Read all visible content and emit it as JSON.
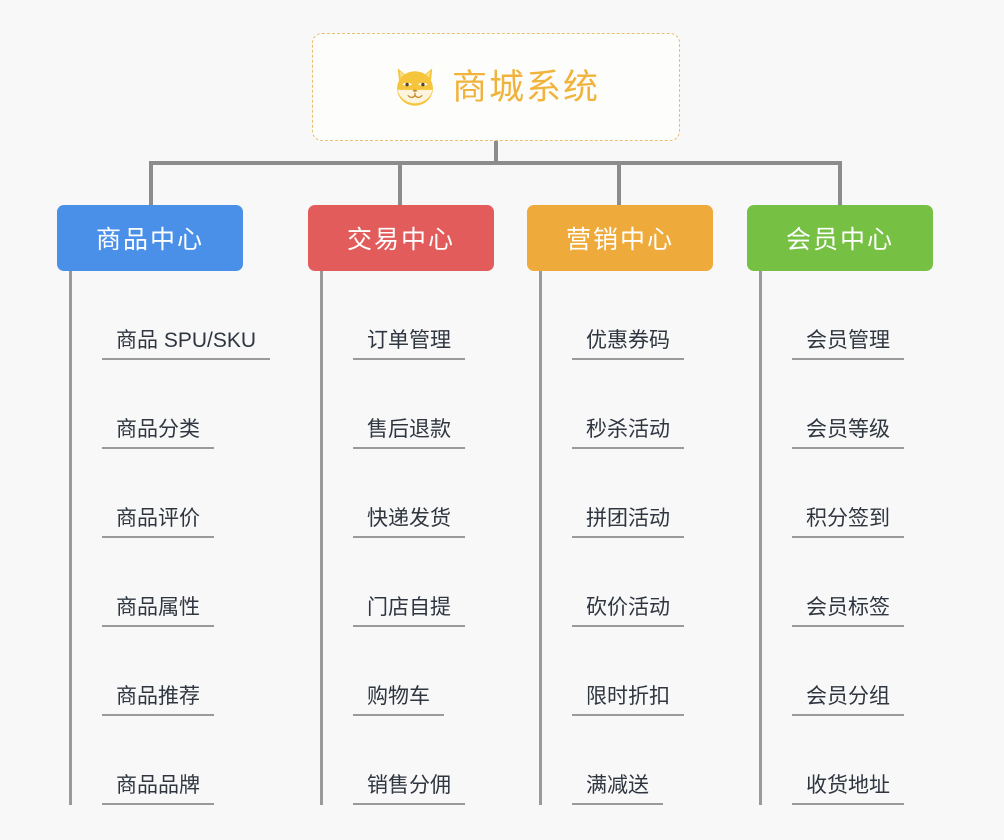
{
  "background_color": "#f8f8f8",
  "root": {
    "title": "商城系统",
    "icon": "shiba-dog-icon",
    "text_color": "#f0b43c",
    "border_color": "#e8bf72"
  },
  "connector_color": "#8c8c8c",
  "columns": [
    {
      "id": "product-center",
      "label": "商品中心",
      "color": "#4a90e8",
      "items": [
        "商品 SPU/SKU",
        "商品分类",
        "商品评价",
        "商品属性",
        "商品推荐",
        "商品品牌"
      ]
    },
    {
      "id": "trade-center",
      "label": "交易中心",
      "color": "#e25c5c",
      "items": [
        "订单管理",
        "售后退款",
        "快递发货",
        "门店自提",
        "购物车",
        "销售分佣"
      ]
    },
    {
      "id": "marketing-center",
      "label": "营销中心",
      "color": "#eeab3c",
      "items": [
        "优惠券码",
        "秒杀活动",
        "拼团活动",
        "砍价活动",
        "限时折扣",
        "满减送"
      ]
    },
    {
      "id": "member-center",
      "label": "会员中心",
      "color": "#76c043",
      "items": [
        "会员管理",
        "会员等级",
        "积分签到",
        "会员标签",
        "会员分组",
        "收货地址"
      ]
    }
  ]
}
